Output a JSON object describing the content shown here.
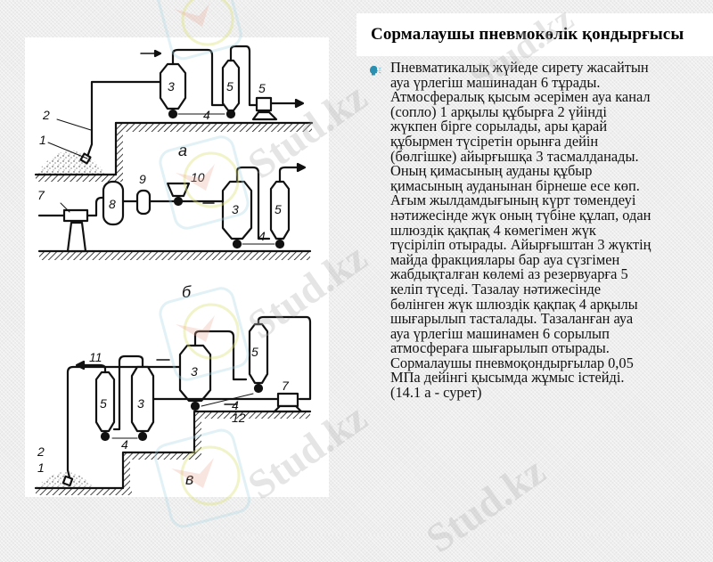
{
  "slide": {
    "title": "Сормалаушы пневмокөлік қондырғысы",
    "bullet_icon": "speaking-head-bullet-icon",
    "accent_color": "#2a8fb0",
    "body_lines": [
      "Пневматикалық жүйеде сирету жасайтын",
      "ауа үрлегіш машинадан 6 тұрады.",
      "Атмосфералық қысым әсерімен ауа канал",
      "(сопло) 1 арқылы құбырға 2 үйінді",
      "жүкпен бірге сорылады, ары қарай",
      "құбырмен түсіретін орынға дейін",
      "(бөлгішке) айырғышқа 3 тасмалданады.",
      "Оның қимасының ауданы құбыр",
      "қимасының ауданынан бірнеше есе көп.",
      "Ағым жылдамдығының күрт төмендеуі",
      "нәтижесінде жүк оның түбіне құлап, одан",
      "шлюздік қақпақ 4 көмегімен жүк",
      "түсіріліп отырады. Айырғыштан 3 жүктің",
      "майда фракциялары бар ауа сүзгімен",
      "жабдықталған көлемі аз резервуарға 5",
      "келіп түседі. Тазалау нәтижесінде",
      "бөлінген жүк шлюздік қақпақ 4 арқылы",
      "шығарылып тасталады. Тазаланған ауа",
      "ауа үрлегіш машинамен 6 сорылып",
      "атмосфераға шығарылып отырады.",
      "Сормалаушы пневмоқондырғылар 0,05",
      "МПа дейінгі қысымда жұмыс істейді.",
      "(14.1 а - сурет)"
    ]
  },
  "diagram": {
    "panels": {
      "a": {
        "label": "а",
        "numbers": [
          "1",
          "2",
          "3",
          "4",
          "5",
          "5"
        ]
      },
      "b": {
        "label": "б",
        "numbers": [
          "7",
          "8",
          "9",
          "10",
          "3",
          "5",
          "4"
        ]
      },
      "v": {
        "label": "в",
        "numbers": [
          "11",
          "12",
          "3",
          "5",
          "7",
          "4",
          "5",
          "3",
          "4",
          "2",
          "1"
        ]
      }
    }
  },
  "watermark": {
    "text": "Stud.kz"
  }
}
